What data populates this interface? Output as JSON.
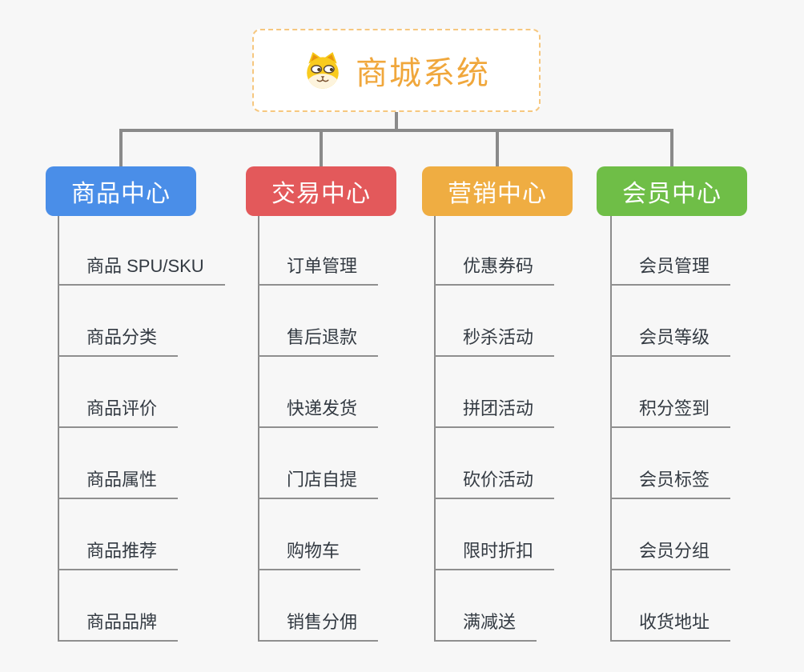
{
  "diagram": {
    "type": "mindmap-org-chart",
    "background_color": "#f7f7f7",
    "connector_color": "#8a8a8a",
    "underline_color": "#8f8f8f",
    "leaf_text_color": "#333a42"
  },
  "root": {
    "label": "商城系统",
    "icon": "dog-face-icon",
    "text_color": "#f0a73c",
    "border_color": "#f6c77f",
    "background_color": "#ffffff"
  },
  "branches": [
    {
      "label": "商品中心",
      "color": "#4a8ee8",
      "children": [
        "商品 SPU/SKU",
        "商品分类",
        "商品评价",
        "商品属性",
        "商品推荐",
        "商品品牌"
      ]
    },
    {
      "label": "交易中心",
      "color": "#e3595b",
      "children": [
        "订单管理",
        "售后退款",
        "快递发货",
        "门店自提",
        "购物车",
        "销售分佣"
      ]
    },
    {
      "label": "营销中心",
      "color": "#efad42",
      "children": [
        "优惠券码",
        "秒杀活动",
        "拼团活动",
        "砍价活动",
        "限时折扣",
        "满减送"
      ]
    },
    {
      "label": "会员中心",
      "color": "#6fbe47",
      "children": [
        "会员管理",
        "会员等级",
        "积分签到",
        "会员标签",
        "会员分组",
        "收货地址"
      ]
    }
  ]
}
